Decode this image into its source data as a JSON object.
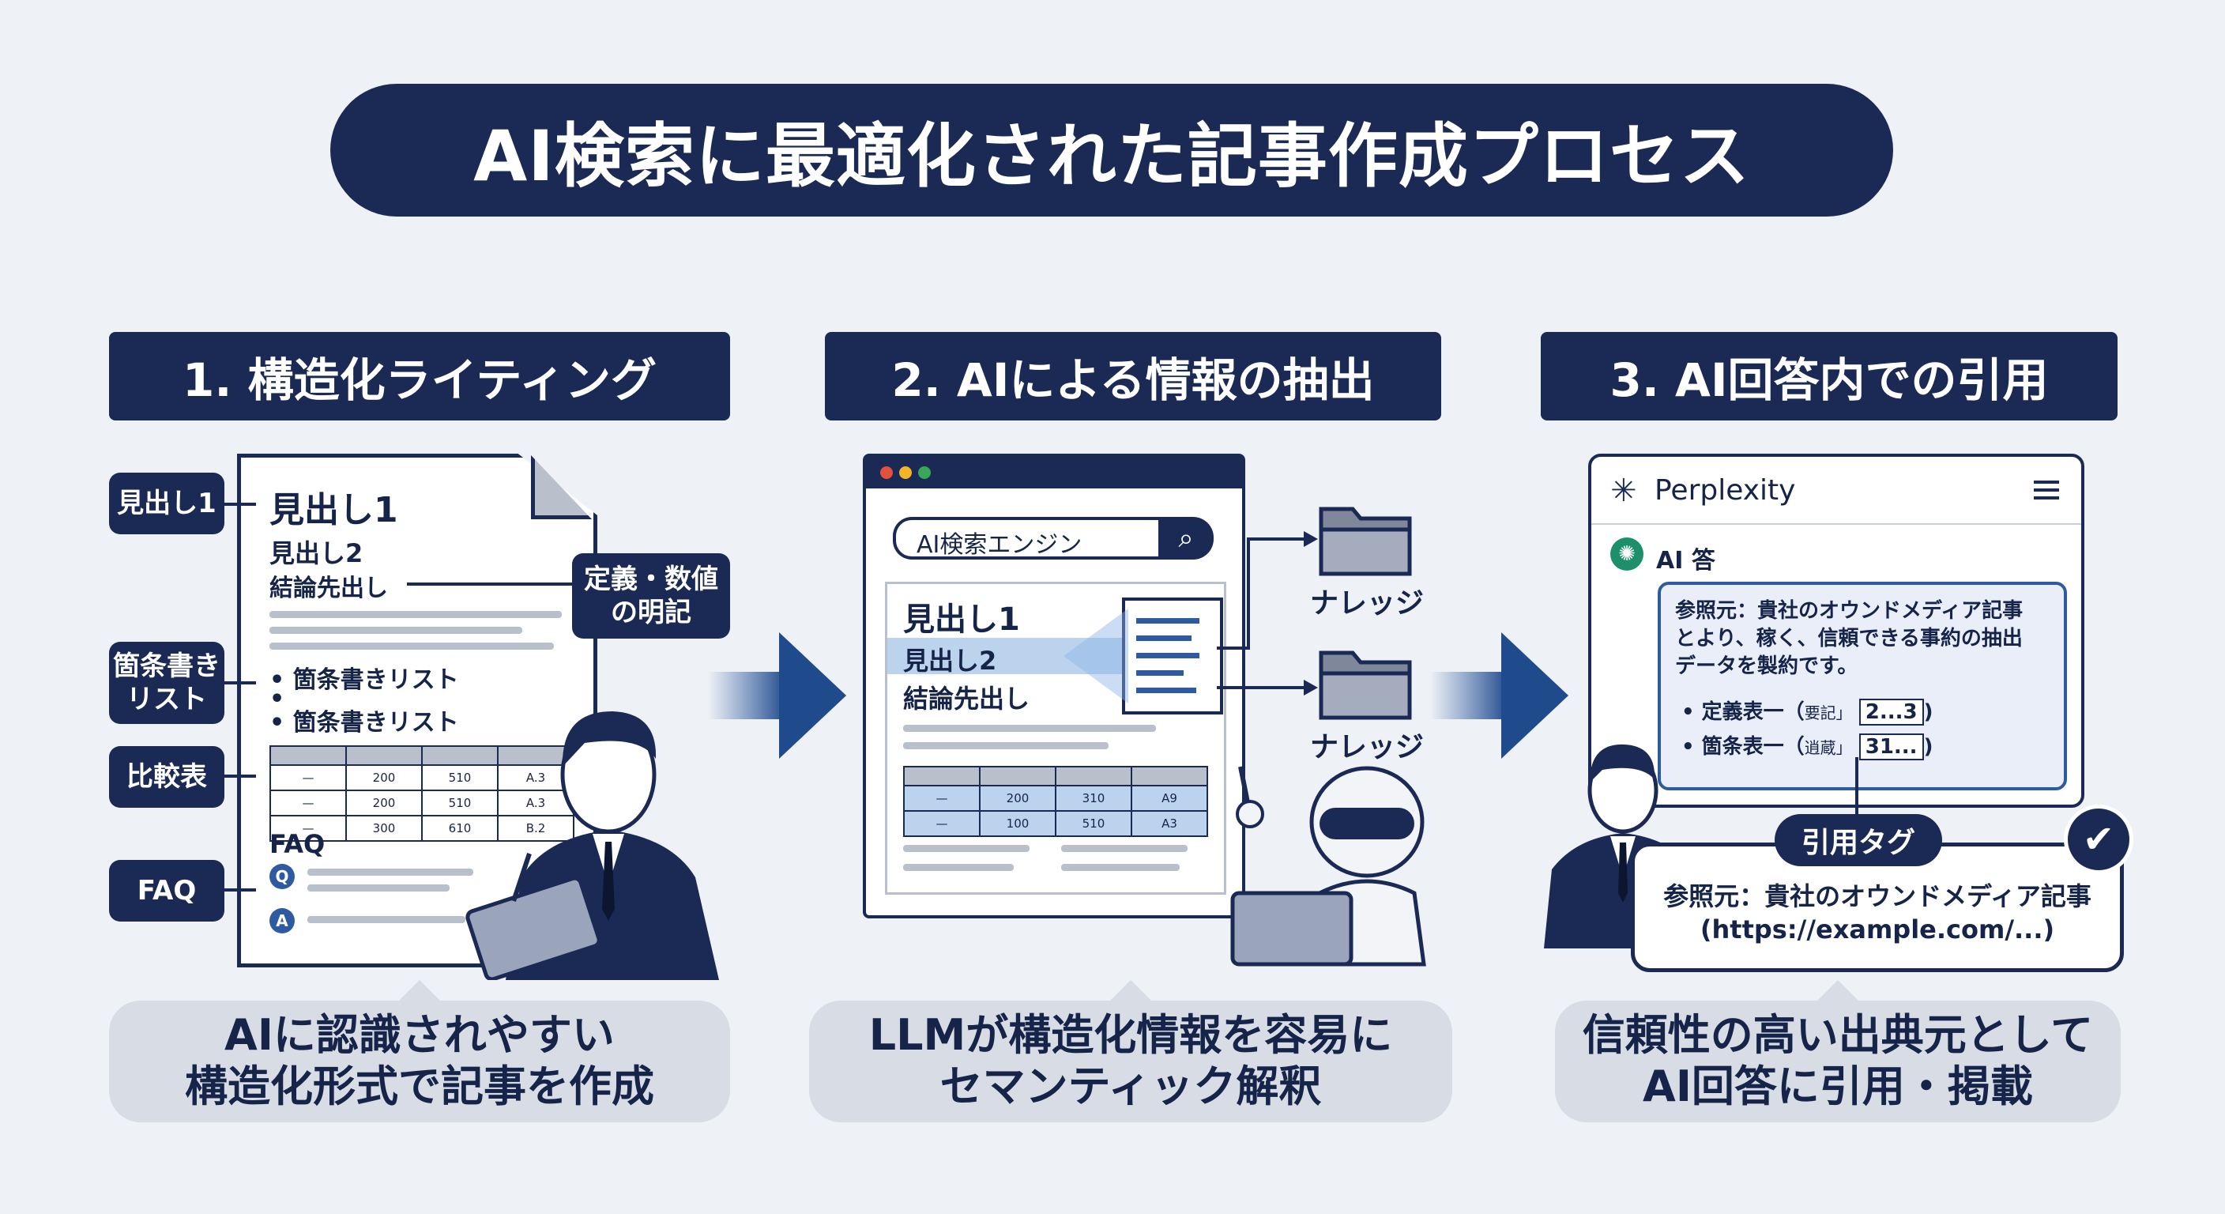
{
  "title": "AI検索に最適化された記事作成プロセス",
  "stages": [
    {
      "label": "1. 構造化ライティング",
      "caption_1": "AIに認識されやすい",
      "caption_2": "構造化形式で記事を作成"
    },
    {
      "label": "2. AIによる情報の抽出",
      "caption_1": "LLMが構造化情報を容易に",
      "caption_2": "セマンティック解釈"
    },
    {
      "label": "3. AI回答内での引用",
      "caption_1": "信頼性の高い出典元として",
      "caption_2": "AI回答に引用・掲載"
    }
  ],
  "stage1": {
    "tags": {
      "heading": "見出し1",
      "list_1": "箇条書き",
      "list_2": "リスト",
      "table": "比較表",
      "faq": "FAQ",
      "def_1": "定義・数値",
      "def_2": "の明記"
    },
    "doc": {
      "h1": "見出し1",
      "h2": "見出し2",
      "conclusion": "結論先出し",
      "bullet_1": "箇条書きリスト",
      "bullet_2": "箇条書きリスト",
      "faq": "FAQ",
      "q": "Q",
      "a": "A"
    },
    "table_rows": [
      [
        "200",
        "510",
        "A.3"
      ],
      [
        "200",
        "510",
        "A.3"
      ],
      [
        "300",
        "610",
        "B.2"
      ]
    ]
  },
  "stage2": {
    "search_placeholder": "AI検索エンジン",
    "doc": {
      "h1": "見出し1",
      "h2": "見出し2",
      "conclusion": "結論先出し"
    },
    "table_rows": [
      [
        "200",
        "310",
        "A9"
      ],
      [
        "100",
        "510",
        "A3"
      ]
    ],
    "folder_1": "ナレッジ",
    "folder_2": "ナレッジ"
  },
  "stage3": {
    "app_name": "Perplexity",
    "ai_label": "AI 答",
    "answer_1": "参照元：貴社のオウンドメディア記事",
    "answer_2": "とより、稼く、信頼できる事約の抽出",
    "answer_3": "データを製約です。",
    "item_1_text": "定義表一（",
    "item_1_mark": "要記」",
    "item_1_ref": "2...3",
    "item_2_text": "箇条表一（",
    "item_2_mark": "逍蔵」",
    "item_2_ref": "31...",
    "cite_tag": "引用タグ",
    "cite_line_1": "参照元：貴社のオウンドメディア記事",
    "cite_line_2": "(https://example.com/...)"
  },
  "colors": {
    "navy": "#1b2a55",
    "accent_blue": "#2d5aa0",
    "background": "#eef1f6",
    "caption_bg": "#d8dce4"
  }
}
